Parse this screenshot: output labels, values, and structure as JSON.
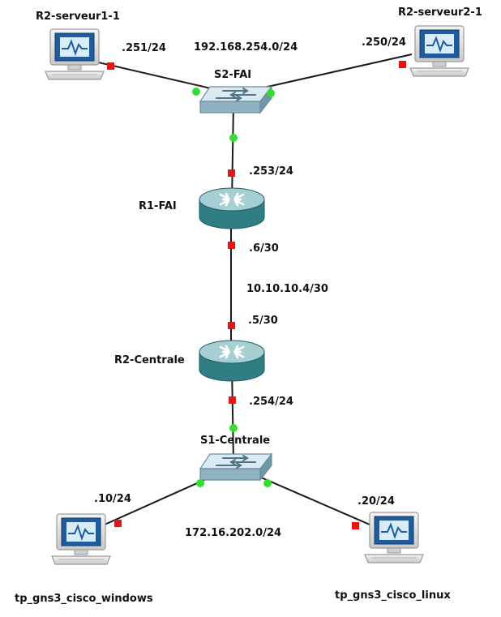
{
  "nodes": {
    "server1": {
      "label": "R2-serveur1-1",
      "kind": "pc-icon"
    },
    "server2": {
      "label": "R2-serveur2-1",
      "kind": "pc-icon"
    },
    "s2_fai": {
      "label": "S2-FAI",
      "kind": "switch-icon"
    },
    "r1_fai": {
      "label": "R1-FAI",
      "kind": "router-icon"
    },
    "r2_centrale": {
      "label": "R2-Centrale",
      "kind": "router-icon"
    },
    "s1_centrale": {
      "label": "S1-Centrale",
      "kind": "switch-icon"
    },
    "pc_windows": {
      "label": "tp_gns3_cisco_windows",
      "kind": "pc-icon"
    },
    "pc_linux": {
      "label": "tp_gns3_cisco_linux",
      "kind": "pc-icon"
    }
  },
  "addresses": {
    "server1": ".251/24",
    "server2": ".250/24",
    "r1_fai_top": ".253/24",
    "r1_fai_bottom": ".6/30",
    "r2_centrale_top": ".5/30",
    "r2_centrale_bottom": ".254/24",
    "pc_windows": ".10/24",
    "pc_linux": ".20/24"
  },
  "networks": {
    "top_lan": "192.168.254.0/24",
    "wan": "10.10.10.4/30",
    "bottom_lan": "172.16.202.0/24"
  },
  "colors": {
    "link": "#1a1a1a",
    "port_up": "#33dd33",
    "port_down": "#ee1111",
    "device_teal": "#3d9a9e",
    "device_light": "#9fc7cf",
    "screen_blue": "#1f5c9e"
  }
}
